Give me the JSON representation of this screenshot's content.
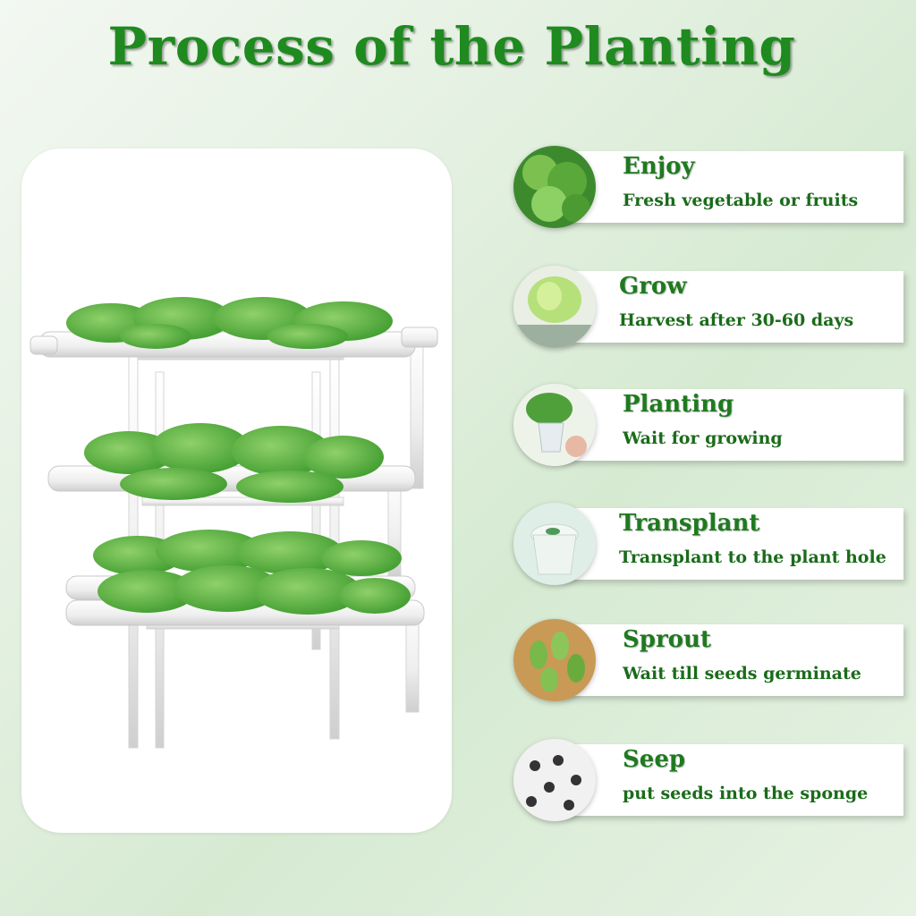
{
  "title": "Process of the Planting",
  "colors": {
    "title": "#1f8a1f",
    "heading": "#1f7a1f",
    "body": "#1a6b1a",
    "background": "#e3f0e0"
  },
  "hero_image": {
    "icon": "hydroponic-tower-image"
  },
  "steps": [
    {
      "heading": "Enjoy",
      "description": "Fresh vegetable or fruits",
      "icon": "fresh-greens-thumbnail"
    },
    {
      "heading": "Grow",
      "description": "Harvest after 30-60 days",
      "icon": "lettuce-thumbnail"
    },
    {
      "heading": "Planting",
      "description": "Wait for growing",
      "icon": "seedling-cup-thumbnail"
    },
    {
      "heading": "Transplant",
      "description": "Transplant to the plant hole",
      "icon": "transplant-cup-thumbnail"
    },
    {
      "heading": "Sprout",
      "description": "Wait till seeds germinate",
      "icon": "sprouts-thumbnail"
    },
    {
      "heading": "Seep",
      "description": "put seeds into the sponge",
      "icon": "sponge-thumbnail"
    }
  ]
}
